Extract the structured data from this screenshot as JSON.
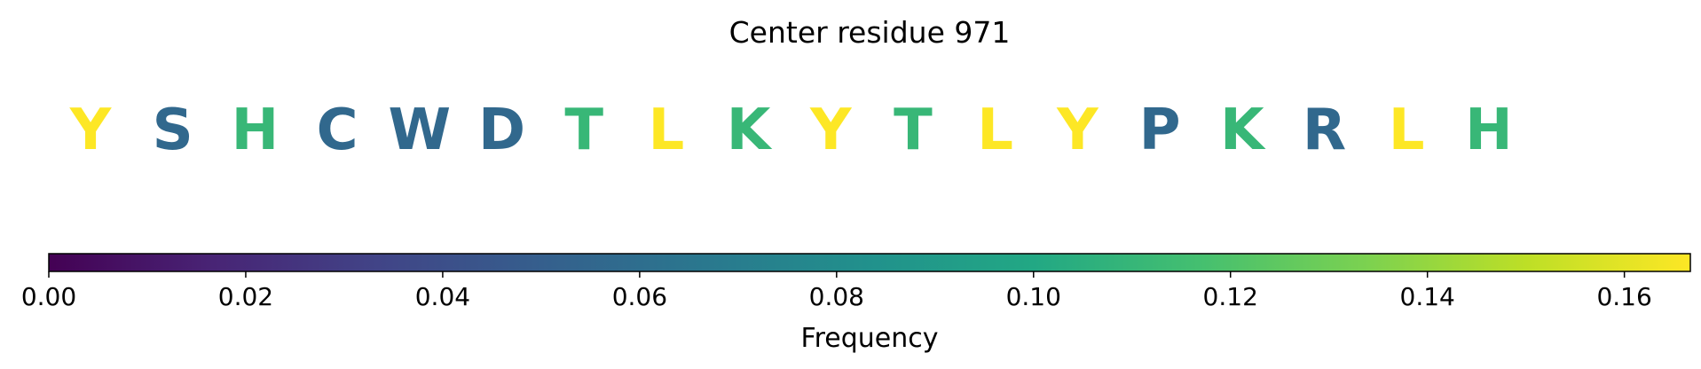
{
  "chart_data": {
    "type": "heatmap",
    "title": "Center residue 971",
    "residues": [
      {
        "letter": "Y",
        "frequency": 0.167
      },
      {
        "letter": "S",
        "frequency": 0.056
      },
      {
        "letter": "H",
        "frequency": 0.111
      },
      {
        "letter": "C",
        "frequency": 0.056
      },
      {
        "letter": "W",
        "frequency": 0.056
      },
      {
        "letter": "D",
        "frequency": 0.056
      },
      {
        "letter": "T",
        "frequency": 0.111
      },
      {
        "letter": "L",
        "frequency": 0.167
      },
      {
        "letter": "K",
        "frequency": 0.111
      },
      {
        "letter": "Y",
        "frequency": 0.167
      },
      {
        "letter": "T",
        "frequency": 0.111
      },
      {
        "letter": "L",
        "frequency": 0.167
      },
      {
        "letter": "Y",
        "frequency": 0.167
      },
      {
        "letter": "P",
        "frequency": 0.056
      },
      {
        "letter": "K",
        "frequency": 0.111
      },
      {
        "letter": "R",
        "frequency": 0.056
      },
      {
        "letter": "L",
        "frequency": 0.167
      },
      {
        "letter": "H",
        "frequency": 0.111
      }
    ],
    "colorbar": {
      "colormap": "viridis",
      "label": "Frequency",
      "range": [
        0.0,
        0.1667
      ],
      "ticks": [
        "0.00",
        "0.02",
        "0.04",
        "0.06",
        "0.08",
        "0.10",
        "0.12",
        "0.14",
        "0.16"
      ]
    }
  }
}
